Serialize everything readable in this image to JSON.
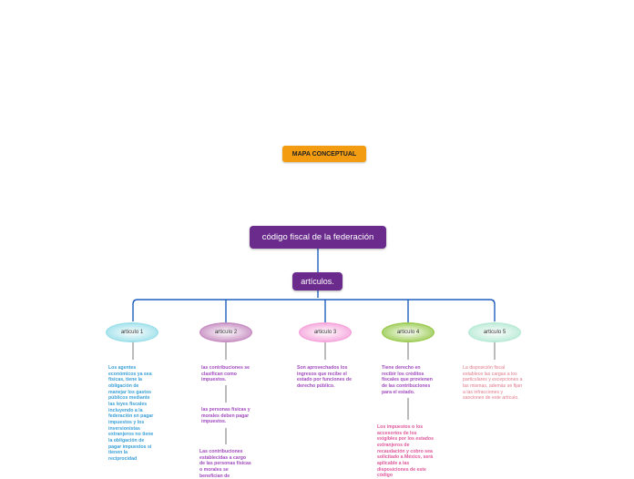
{
  "map": {
    "title": "MAPA CONCEPTUAL",
    "main_topic": "código fiscal de la federación",
    "sub_topic": "artículos."
  },
  "articles": [
    {
      "label": "articulo 1",
      "color": "#9ee0ea"
    },
    {
      "label": "articulo 2",
      "color": "#c78fc2"
    },
    {
      "label": "articulo 3",
      "color": "#f5a6dc"
    },
    {
      "label": "articulo 4",
      "color": "#9ccc55"
    },
    {
      "label": "articulo 5",
      "color": "#b9ead6"
    }
  ],
  "notes": {
    "art1": "Los agentes económicos ya sea físicas, tiene la obligación de manejar los gastos públicos mediante las leyes fiscales incluyendo a la federación en pagar impuestos y los inversionistas extranjeros no tiene la obligación de pagar impuestos si tienen la reciprocidad",
    "art2_a": "las contribuciones se clasifican como impuestos.",
    "art2_b": "las personas físicas y morales deben pagar impuestos.",
    "art2_c": "Las contribuciones establecidas a cargo de las personas físicas o morales se benefician de",
    "art3": "Son aprovechados los ingresos que recibe el estado por funciones de derecho público.",
    "art4_a": "Tiene derecho en recibir los créditos fiscales que provienen de las contribuciones para el estado.",
    "art4_b": "Los impuestos o los accesorios de los exigibles por los estados extranjeros de recaudación y cobro sea solicitado a México, será aplicable a las disposiciones de este código",
    "art5": "La disposición fiscal establece las cargas a los particulares y excepciones a las mismas, además se fijan a las infracciones y sanciones de este artículo."
  },
  "colors": {
    "title_bg": "#f39c12",
    "topic_bg": "#6a2b8c",
    "connector": "#1f5fbf"
  }
}
